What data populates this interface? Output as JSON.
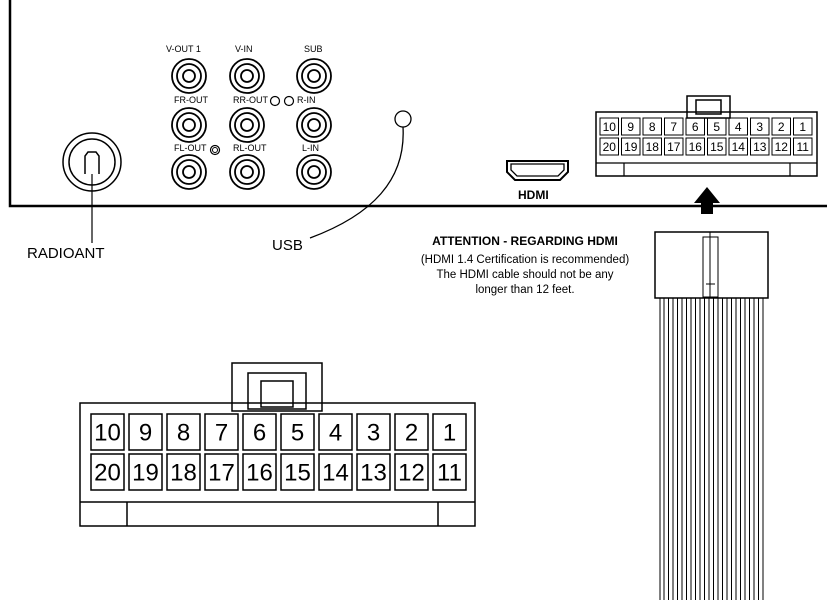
{
  "labels": {
    "v_out_1": "V-OUT 1",
    "v_in": "V-IN",
    "sub": "SUB",
    "fr_out": "FR-OUT",
    "rr_out": "RR-OUT",
    "r_in": "R-IN",
    "fl_out": "FL-OUT",
    "rl_out": "RL-OUT",
    "l_in": "L-IN",
    "hdmi": "HDMI",
    "radio_ant": "RADIOANT",
    "usb": "USB"
  },
  "notice": {
    "title": "ATTENTION - REGARDING HDMI",
    "line1": "(HDMI 1.4 Certification is recommended)",
    "line2": "The HDMI cable should not be any",
    "line3": "longer than 12 feet."
  },
  "connector": {
    "top_row": [
      "10",
      "9",
      "8",
      "7",
      "6",
      "5",
      "4",
      "3",
      "2",
      "1"
    ],
    "bottom_row": [
      "20",
      "19",
      "18",
      "17",
      "16",
      "15",
      "14",
      "13",
      "12",
      "11"
    ]
  }
}
